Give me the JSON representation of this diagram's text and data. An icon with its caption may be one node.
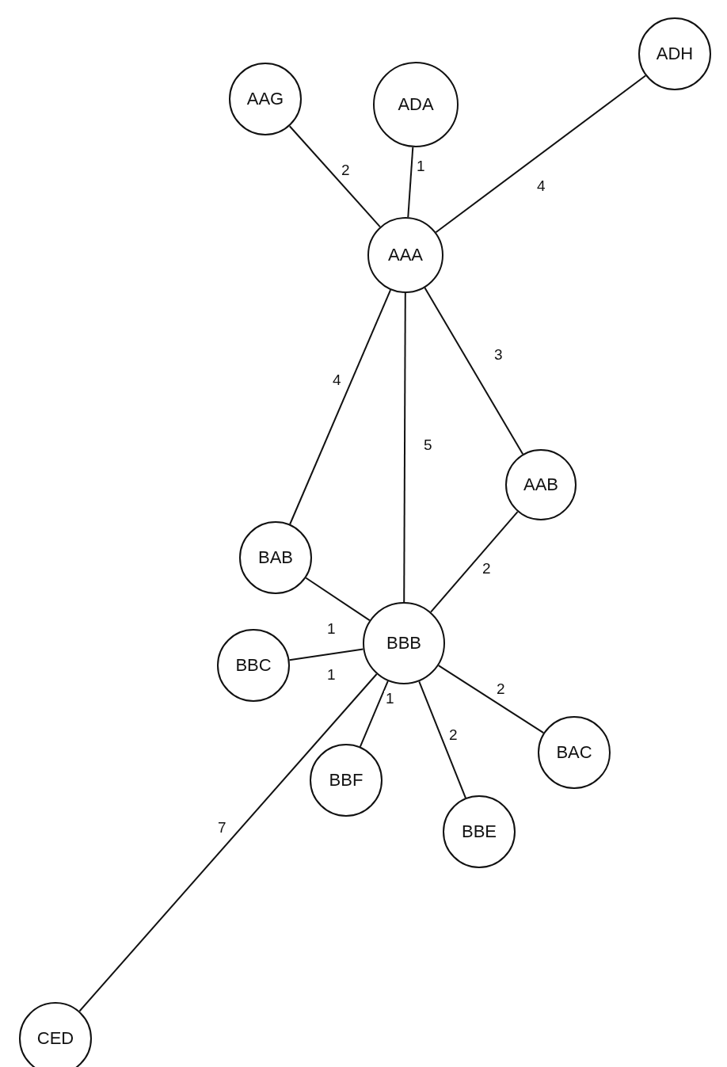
{
  "diagram": {
    "nodes": [
      {
        "text": [
          "AAG"
        ]
      },
      {
        "text": [
          "ADA"
        ]
      },
      {
        "text": [
          "ADH"
        ]
      },
      {
        "text": [
          "AAA"
        ]
      },
      {
        "text": [
          "AAB"
        ]
      },
      {
        "text": [
          "BAB"
        ]
      },
      {
        "text": [
          "BBB"
        ]
      },
      {
        "text": [
          "BBC"
        ]
      },
      {
        "text": [
          "BAC"
        ]
      },
      {
        "text": [
          "BBF"
        ]
      },
      {
        "text": [
          "BBE"
        ]
      },
      {
        "text": [
          "CED"
        ]
      }
    ],
    "edges": [
      {
        "from": 0,
        "to": 3,
        "arrow": "none",
        "label": "2"
      },
      {
        "from": 1,
        "to": 3,
        "arrow": "none",
        "label": "1"
      },
      {
        "from": 2,
        "to": 3,
        "arrow": "none",
        "label": "4"
      },
      {
        "from": 3,
        "to": 5,
        "arrow": "none",
        "label": "4"
      },
      {
        "from": 3,
        "to": 6,
        "arrow": "none",
        "label": "5"
      },
      {
        "from": 3,
        "to": 4,
        "arrow": "none",
        "label": "3"
      },
      {
        "from": 4,
        "to": 6,
        "arrow": "none",
        "label": "2"
      },
      {
        "from": 5,
        "to": 6,
        "arrow": "none",
        "label": "1"
      },
      {
        "from": 7,
        "to": 6,
        "arrow": "none",
        "label": "1"
      },
      {
        "from": 6,
        "to": 9,
        "arrow": "none",
        "label": "1"
      },
      {
        "from": 6,
        "to": 10,
        "arrow": "none",
        "label": "2"
      },
      {
        "from": 6,
        "to": 8,
        "arrow": "none",
        "label": "2"
      },
      {
        "from": 6,
        "to": 11,
        "arrow": "none",
        "label": "7"
      }
    ]
  }
}
